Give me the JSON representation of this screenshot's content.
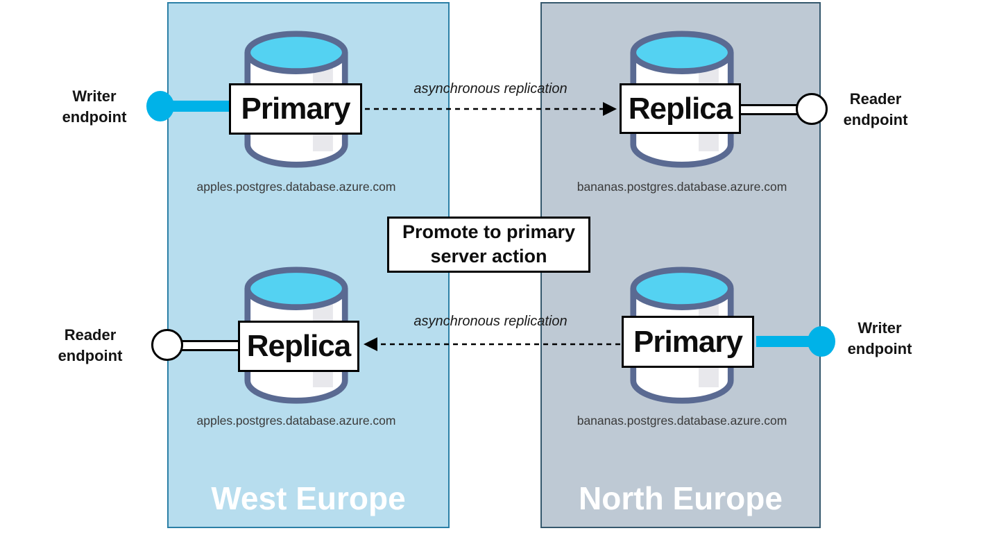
{
  "regions": {
    "west": {
      "label": "West Europe"
    },
    "north": {
      "label": "North Europe"
    }
  },
  "nodes": {
    "west_top": {
      "role": "Primary",
      "host": "apples.postgres.database.azure.com"
    },
    "north_top": {
      "role": "Replica",
      "host": "bananas.postgres.database.azure.com"
    },
    "west_bottom": {
      "role": "Replica",
      "host": "apples.postgres.database.azure.com"
    },
    "north_bottom": {
      "role": "Primary",
      "host": "bananas.postgres.database.azure.com"
    }
  },
  "endpoints": {
    "writer_top": {
      "line1": "Writer",
      "line2": "endpoint"
    },
    "reader_top": {
      "line1": "Reader",
      "line2": "endpoint"
    },
    "reader_bottom": {
      "line1": "Reader",
      "line2": "endpoint"
    },
    "writer_bottom": {
      "line1": "Writer",
      "line2": "endpoint"
    }
  },
  "links": {
    "top": {
      "label": "asynchronous replication"
    },
    "bottom": {
      "label": "asynchronous replication"
    }
  },
  "action": {
    "line1": "Promote to primary",
    "line2": "server action"
  },
  "colors": {
    "region_west_fill": "#b7ddee",
    "region_west_border": "#2b7fa6",
    "region_north_fill": "#bec9d4",
    "region_north_border": "#35586d",
    "writer_accent": "#00b2e8",
    "cylinder_top": "#54d2f2",
    "cylinder_stroke": "#5a6a92"
  }
}
